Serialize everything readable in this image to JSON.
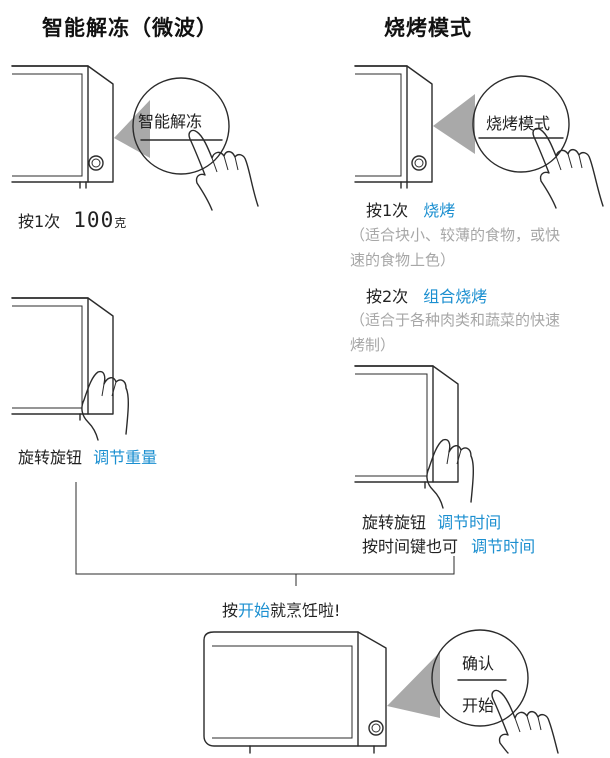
{
  "left": {
    "title": "智能解冻（微波）",
    "bubble_label": "智能解冻",
    "step1_prefix": "按1次",
    "step1_display": "100",
    "step1_unit": "克",
    "step2_text": "旋转旋钮",
    "step2_action": "调节重量"
  },
  "right": {
    "title": "烧烤模式",
    "bubble_label": "烧烤模式",
    "press1_prefix": "按1次",
    "press1_mode": "烧烤",
    "press1_note_line1": "（适合块小、较薄的食物，或快",
    "press1_note_line2": "速的食物上色）",
    "press2_prefix": "按2次",
    "press2_mode": "组合烧烤",
    "press2_note_line1": "（适合于各种肉类和蔬菜的快速",
    "press2_note_line2": "烤制）",
    "step3_line1_text": "旋转旋钮",
    "step3_line1_action": "调节时间",
    "step3_line2_text": "按时间键也可",
    "step3_line2_action": "调节时间"
  },
  "bottom": {
    "start_prefix": "按",
    "start_key": "开始",
    "start_suffix": "就烹饪啦!",
    "bubble_top": "确认",
    "bubble_bottom": "开始"
  },
  "colors": {
    "accent": "#1b8fd0",
    "note": "#a7a7a7",
    "text": "#222222"
  }
}
